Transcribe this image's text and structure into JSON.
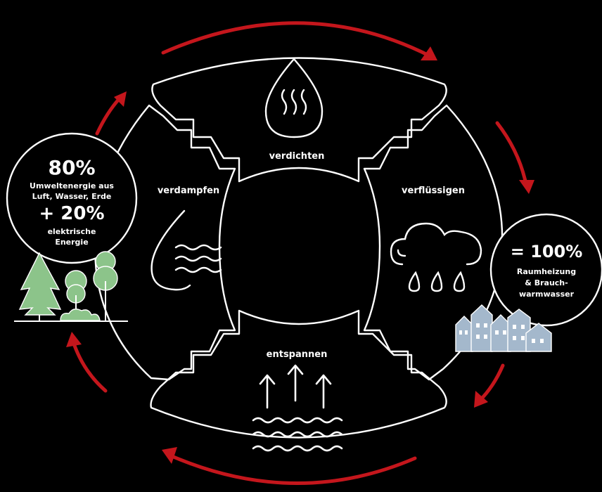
{
  "colors": {
    "background": "#000000",
    "line": "#ffffff",
    "arrow": "#c4161c",
    "tree_dark": "#6aa56a",
    "tree_light": "#8cc48a",
    "houses": "#a4b8cc"
  },
  "stages": {
    "top": {
      "label": "verdichten",
      "icon": "hot-water-drop-icon"
    },
    "right": {
      "label": "verflüssigen",
      "icon": "rain-cloud-icon"
    },
    "bottom": {
      "label": "entspannen",
      "icon": "rising-arrows-over-water-icon"
    },
    "left": {
      "label": "verdampfen",
      "icon": "drop-over-waves-icon"
    }
  },
  "input_bubble": {
    "percent": "80%",
    "line1": "Umweltenergie aus",
    "line2": "Luft, Wasser, Erde",
    "plus_percent": "+ 20%",
    "line3": "elektrische",
    "line4": "Energie",
    "icon": "trees-icon"
  },
  "output_bubble": {
    "percent": "= 100%",
    "line1": "Raumheizung",
    "line2": "& Brauch-",
    "line3": "warmwasser",
    "icon": "houses-icon"
  }
}
